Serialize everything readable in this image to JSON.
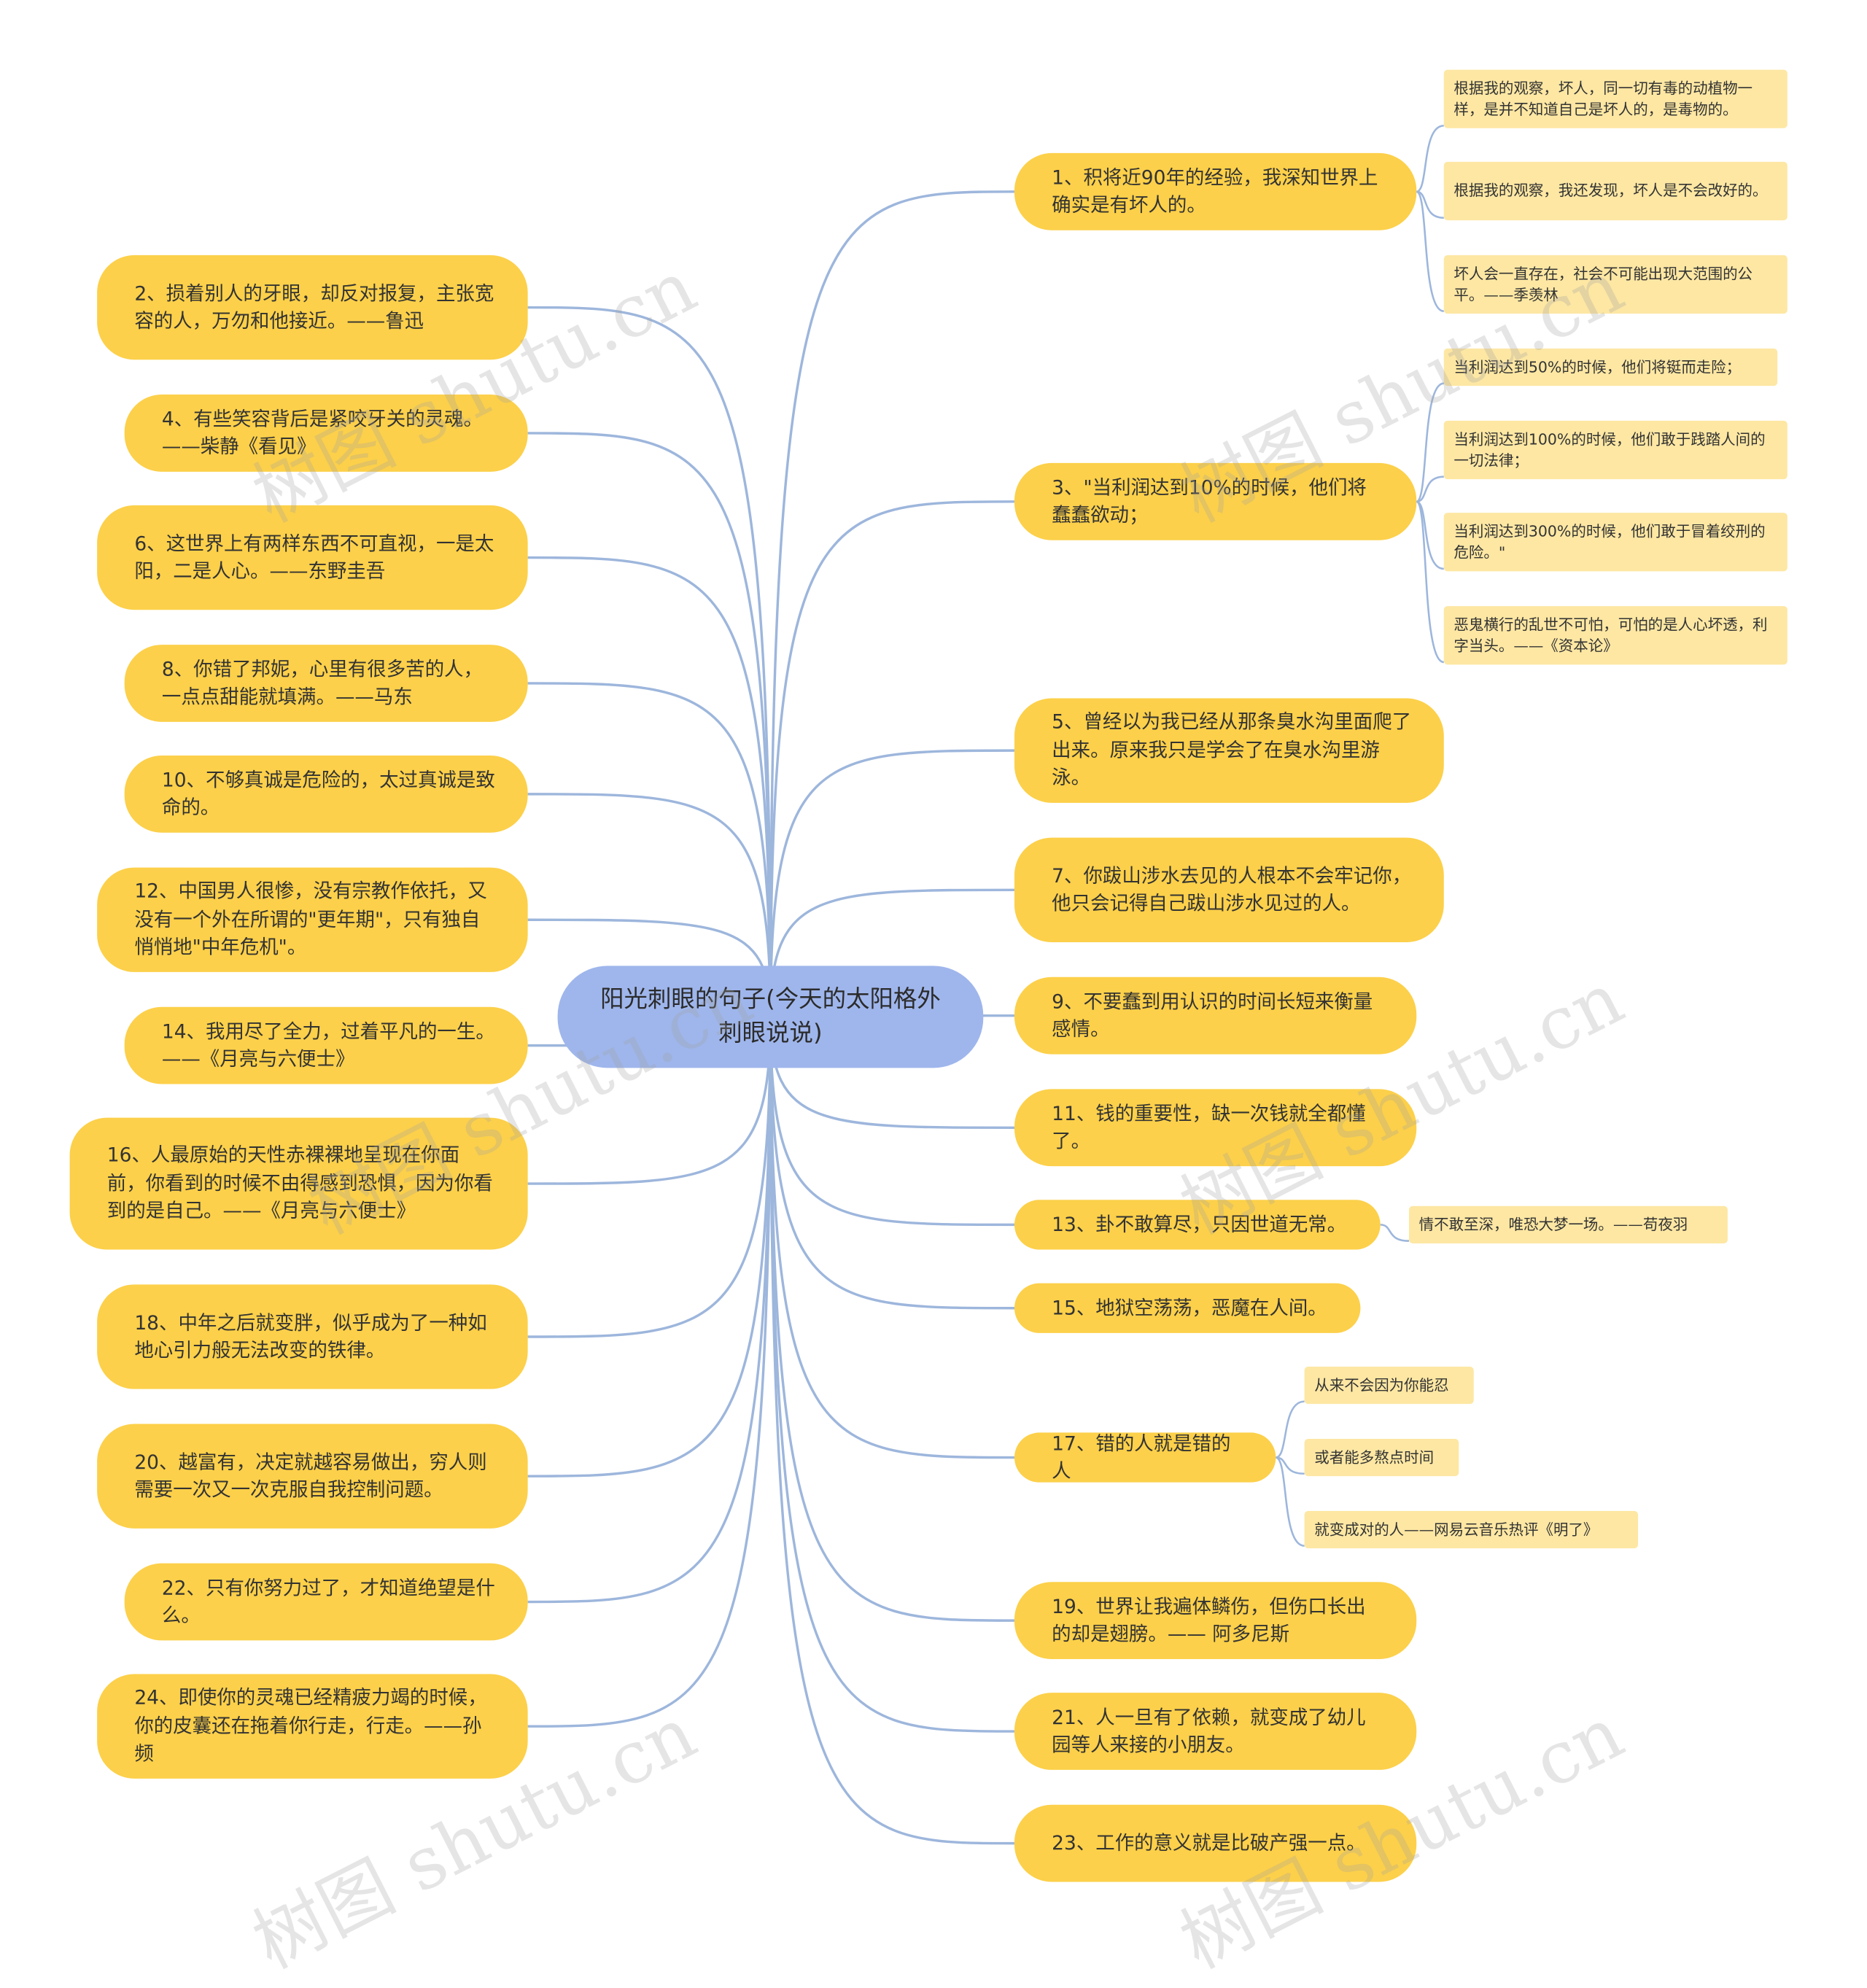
{
  "root": "阳光刺眼的句子(今天的太阳格外刺眼说说)",
  "left_branches": [
    "2、损着别人的牙眼，却反对报复，主张宽容的人，万勿和他接近。——鲁迅",
    "4、有些笑容背后是紧咬牙关的灵魂。——柴静《看见》",
    "6、这世界上有两样东西不可直视，一是太阳，二是人心。——东野圭吾",
    "8、你错了邦妮，心里有很多苦的人，一点点甜能就填满。——马东",
    "10、不够真诚是危险的，太过真诚是致命的。",
    "12、中国男人很惨，没有宗教作依托，又没有一个外在所谓的\"更年期\"，只有独自悄悄地\"中年危机\"。",
    "14、我用尽了全力，过着平凡的一生。——《月亮与六便士》",
    "16、人最原始的天性赤裸裸地呈现在你面前，你看到的时候不由得感到恐惧，因为你看到的是自己。——《月亮与六便士》",
    "18、中年之后就变胖，似乎成为了一种如地心引力般无法改变的铁律。",
    "20、越富有，决定就越容易做出，穷人则需要一次又一次克服自我控制问题。",
    "22、只有你努力过了，才知道绝望是什么。",
    "24、即使你的灵魂已经精疲力竭的时候，你的皮囊还在拖着你行走，行走。——孙频"
  ],
  "right_branches": [
    {
      "text": "1、积将近90年的经验，我深知世界上确实是有坏人的。",
      "children": [
        "根据我的观察，坏人，同一切有毒的动植物一样，是并不知道自己是坏人的，是毒物的。",
        "根据我的观察，我还发现，坏人是不会改好的。",
        "坏人会一直存在，社会不可能出现大范围的公平。——季羡林"
      ]
    },
    {
      "text": "3、\"当利润达到10%的时候，他们将蠢蠢欲动；",
      "children": [
        "当利润达到50%的时候，他们将铤而走险；",
        "当利润达到100%的时候，他们敢于践踏人间的一切法律；",
        "当利润达到300%的时候，他们敢于冒着绞刑的危险。\"",
        "恶鬼横行的乱世不可怕，可怕的是人心坏透，利字当头。——《资本论》"
      ]
    },
    {
      "text": "5、曾经以为我已经从那条臭水沟里面爬了出来。原来我只是学会了在臭水沟里游泳。",
      "children": []
    },
    {
      "text": "7、你跋山涉水去见的人根本不会牢记你，他只会记得自己跋山涉水见过的人。",
      "children": []
    },
    {
      "text": "9、不要蠢到用认识的时间长短来衡量感情。",
      "children": []
    },
    {
      "text": "11、钱的重要性，缺一次钱就全都懂了。",
      "children": []
    },
    {
      "text": "13、卦不敢算尽，只因世道无常。",
      "children": [
        "情不敢至深，唯恐大梦一场。——苟夜羽"
      ]
    },
    {
      "text": "15、地狱空荡荡，恶魔在人间。",
      "children": []
    },
    {
      "text": "17、错的人就是错的人",
      "children": [
        "从来不会因为你能忍",
        "或者能多熬点时间",
        "就变成对的人——网易云音乐热评《明了》"
      ]
    },
    {
      "text": "19、世界让我遍体鳞伤，但伤口长出的却是翅膀。—— 阿多尼斯",
      "children": []
    },
    {
      "text": "21、人一旦有了依赖，就变成了幼儿园等人来接的小朋友。",
      "children": []
    },
    {
      "text": "23、工作的意义就是比破产强一点。",
      "children": []
    }
  ],
  "watermark": "树图 shutu.cn",
  "colors": {
    "root": "#9fb6ec",
    "branch": "#fcd04a",
    "leaf": "#fde7a3",
    "edge": "#9db6dc"
  }
}
